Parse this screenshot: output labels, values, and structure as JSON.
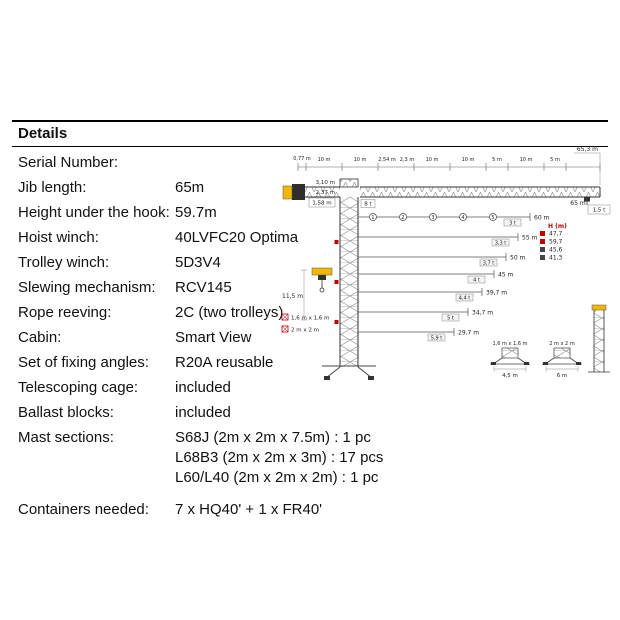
{
  "header": {
    "title": "Details"
  },
  "details": {
    "rows": [
      {
        "label": "Serial Number:",
        "value": ""
      },
      {
        "label": "Jib length:",
        "value": "65m"
      },
      {
        "label": "Height under the hook:",
        "value": "59.7m"
      },
      {
        "label": "Hoist winch:",
        "value": "40LVFC20 Optima"
      },
      {
        "label": "Trolley winch:",
        "value": "5D3V4"
      },
      {
        "label": "Slewing mechanism:",
        "value": "RCV145"
      },
      {
        "label": "Rope reeving:",
        "value": "2C (two trolleys)"
      },
      {
        "label": "Cabin:",
        "value": "Smart View"
      },
      {
        "label": "Set of fixing angles:",
        "value": "R20A reusable"
      },
      {
        "label": "Telescoping cage:",
        "value": "included"
      },
      {
        "label": "Ballast blocks:",
        "value": "included"
      },
      {
        "label": "Mast sections:",
        "value": [
          "S68J (2m x 2m x 7.5m) : 1 pc",
          "L68B3 (2m x 2m x 3m) : 17 pcs",
          "L60/L40 (2m x 2m x 2m) : 1 pc"
        ]
      },
      {
        "label": "Containers needed:",
        "value": "7 x HQ40' + 1 x FR40'"
      }
    ]
  },
  "diagram": {
    "top_dims": [
      "0,77 m",
      "10 m",
      "10 m",
      "2,54 m",
      "2,3 m",
      "10 m",
      "10 m",
      "5 m",
      "10 m",
      "5 m"
    ],
    "overall_length": "65,3 m",
    "jib_line": "65 m",
    "tip_load": "1,5 t",
    "max_load": "8 t",
    "left_dims": [
      "3,10 m",
      "2,37 m",
      "1,58 m"
    ],
    "mast_dim": "11,5 m",
    "height_lines": [
      {
        "label": "60 m",
        "box": "3 t"
      },
      {
        "label": "55 m",
        "box": "3,3 t"
      },
      {
        "label": "50 m",
        "box": "3,7 t"
      },
      {
        "label": "45 m",
        "box": "4 t"
      },
      {
        "label": "39,7 m",
        "box": "4,4 t"
      },
      {
        "label": "34,7 m",
        "box": "5 t"
      },
      {
        "label": "29,7 m",
        "box": "5,9 t"
      }
    ],
    "section_numbers": [
      "1",
      "2",
      "3",
      "4",
      "5"
    ],
    "legend": {
      "header": "H (m)",
      "items": [
        "47,7",
        "59,7",
        "45,6",
        "41,3"
      ]
    },
    "cross_labels": [
      "1,6 m x 1,6 m",
      "2 m x 2 m"
    ],
    "bases": [
      {
        "top": "1,6 m x 1,6 m",
        "bottom": "4,5 m"
      },
      {
        "top": "2 m x 2 m",
        "bottom": "6 m"
      }
    ]
  }
}
